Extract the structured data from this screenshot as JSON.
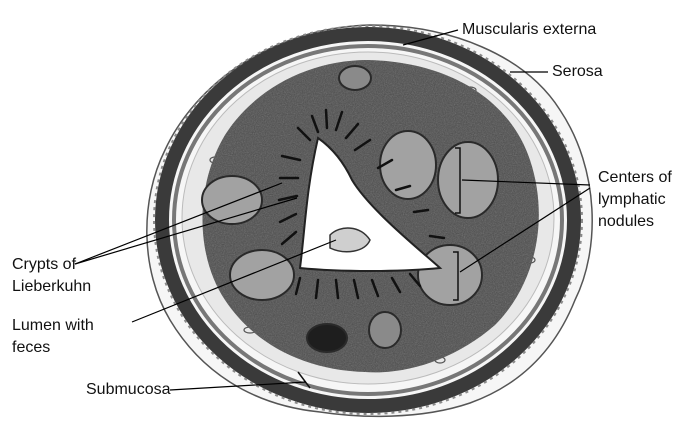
{
  "labels": {
    "muscularis_externa": "Muscularis externa",
    "serosa": "Serosa",
    "centers_line1": "Centers of",
    "centers_line2": "lymphatic",
    "centers_line3": "nodules",
    "crypts_line1": "Crypts of",
    "crypts_line2": "Lieberkuhn",
    "lumen_line1": "Lumen with",
    "lumen_line2": "feces",
    "submucosa": "Submucosa"
  },
  "colors": {
    "background": "#ffffff",
    "stain_dark": "#2a2a2a",
    "stain_mid": "#6e6e6e",
    "nodule_center": "#9a9a9a",
    "submucosa": "#e6e6e6",
    "lumen": "#ffffff",
    "leader": "#000000"
  }
}
